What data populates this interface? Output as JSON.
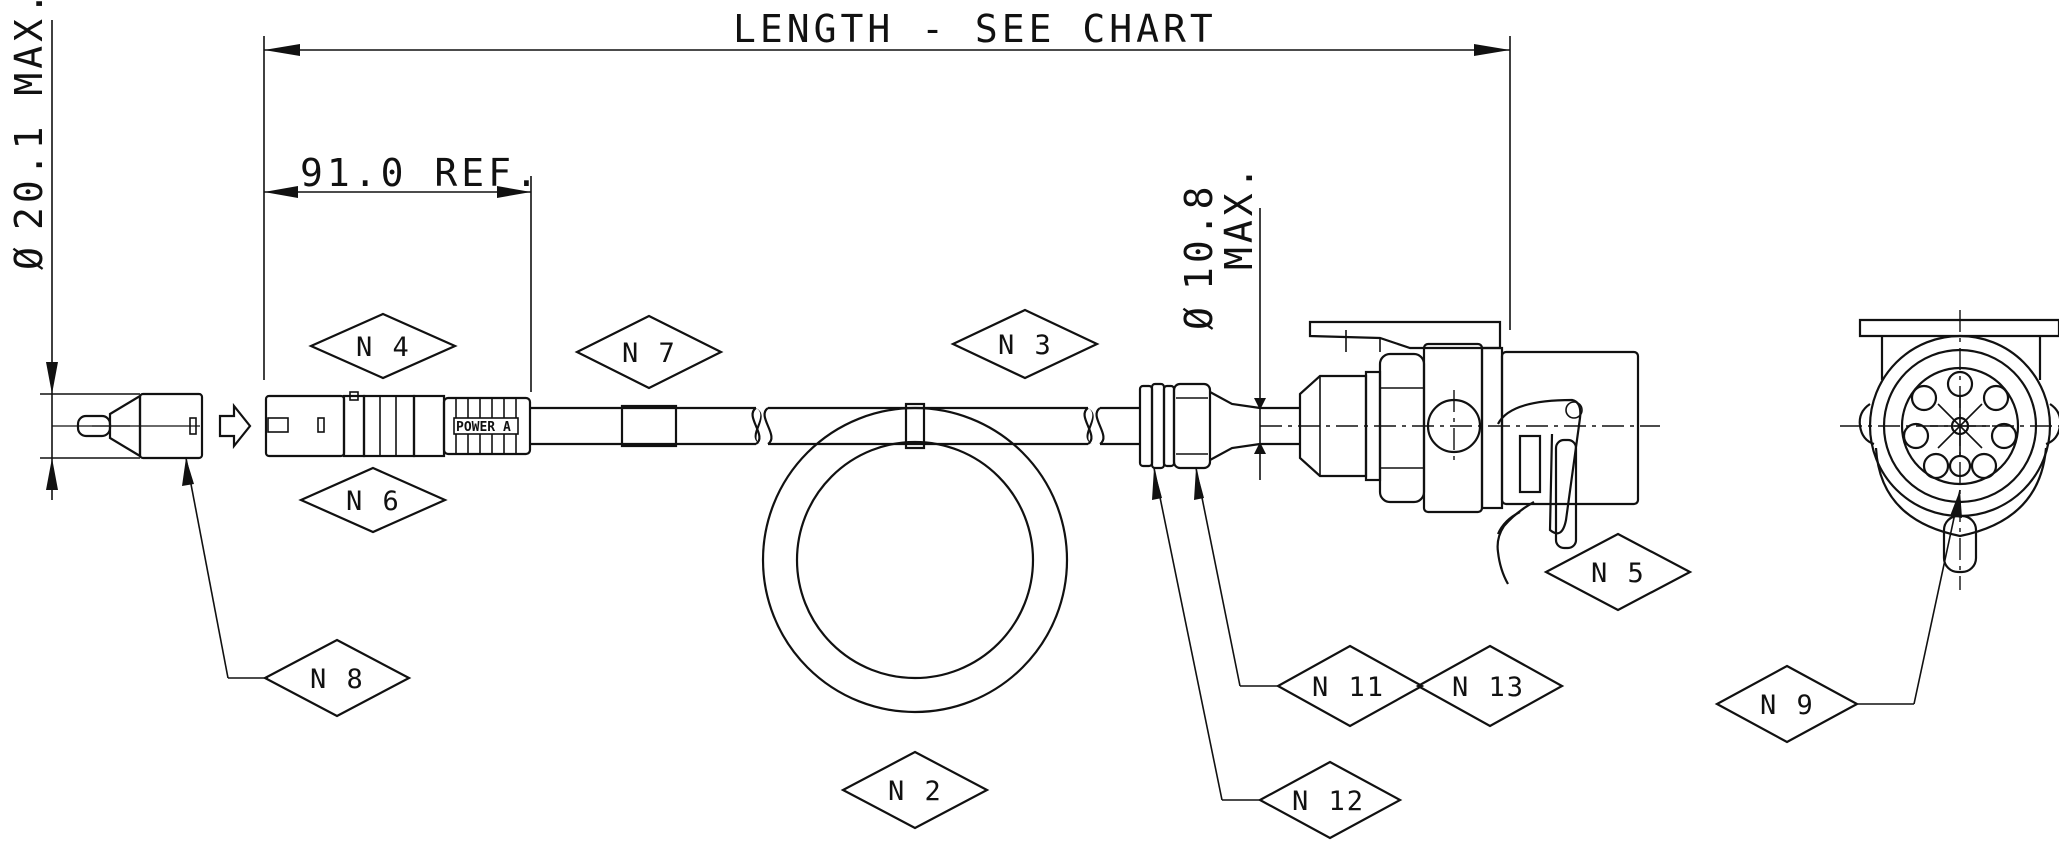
{
  "dimensions": {
    "overall_length": "LENGTH - SEE CHART",
    "ref_length": "91.0 REF.",
    "left_diameter_sym": "Ø",
    "left_diameter": "20.1 MAX.",
    "right_diameter_sym": "Ø",
    "right_diameter_value": "10.8",
    "right_diameter_note": "MAX."
  },
  "connector_marking": "POWER A",
  "tags": {
    "n2": "N 2",
    "n3": "N 3",
    "n4": "N 4",
    "n5": "N 5",
    "n6": "N 6",
    "n7": "N 7",
    "n8": "N 8",
    "n9": "N 9",
    "n11": "N 11",
    "n12": "N 12",
    "n13": "N 13"
  }
}
